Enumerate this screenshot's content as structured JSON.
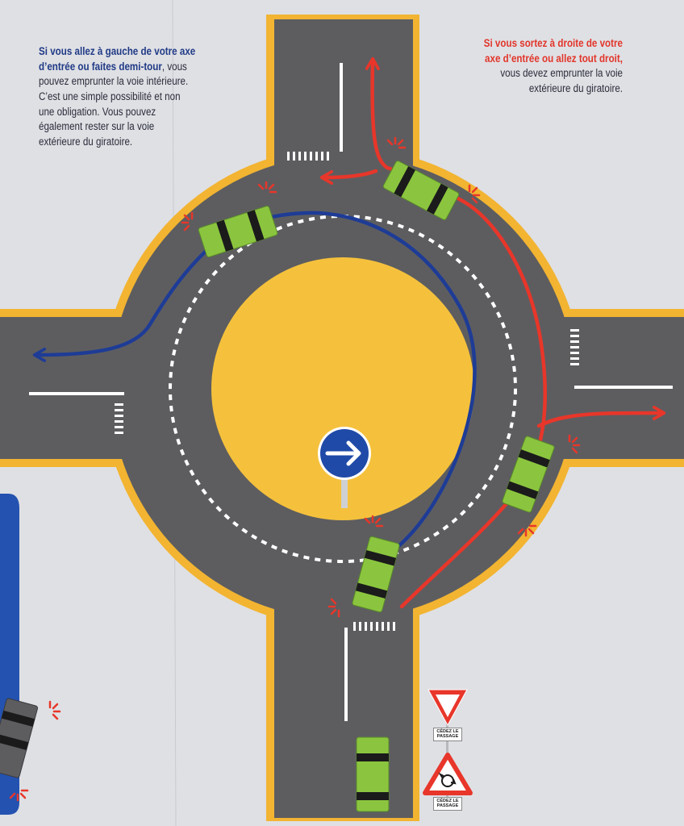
{
  "captions": {
    "left": {
      "highlight": "Si vous allez à gauche de votre axe d’entrée ou faites demi-tour",
      "rest": ", vous pouvez emprunter la voie intérieure. C’est une simple possibilité et non une obligation. Vous pouvez également rester sur la voie extérieure du giratoire."
    },
    "right": {
      "highlight": "Si vous sortez à droite de votre axe d’entrée ou allez tout droit,",
      "rest": " vous devez emprunter la voie extérieure du giratoire."
    }
  },
  "signs": {
    "yield_label": "CÉDEZ LE PASSAGE",
    "roundabout_label": "CÉDEZ LE PASSAGE",
    "direction_sign_icon": "arrow-right-icon"
  },
  "colors": {
    "background": "#dfe0e4",
    "road": "#5d5d60",
    "curb": "#f2b431",
    "island": "#f5c13c",
    "inner_path": "#1e3c96",
    "outer_path": "#e8362a",
    "car_body": "#8bc53f",
    "car_stripe": "#1b1b1b",
    "sign_blue": "#1f4aa8"
  }
}
